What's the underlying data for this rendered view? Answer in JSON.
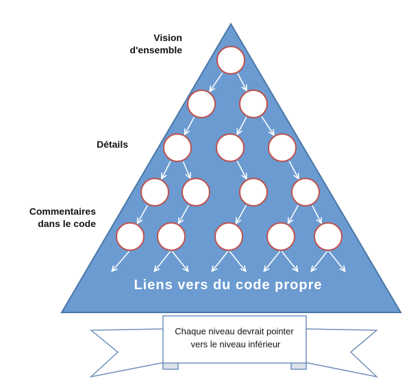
{
  "labels": {
    "top": [
      "Vision",
      "d'ensemble"
    ],
    "middle": "Détails",
    "bottom": [
      "Commentaires",
      "dans le code"
    ]
  },
  "base_text": "Liens vers du code propre",
  "banner_text": [
    "Chaque niveau  devrait pointer",
    "vers le niveau inférieur"
  ],
  "colors": {
    "triangle_fill": "#6b9bd0",
    "triangle_stroke": "#4a77a8",
    "node_fill": "#ffffff",
    "node_stroke": "#c0504d",
    "arrow": "#ffffff",
    "base_text": "#ffffff",
    "banner_stroke": "#6f8fba"
  }
}
